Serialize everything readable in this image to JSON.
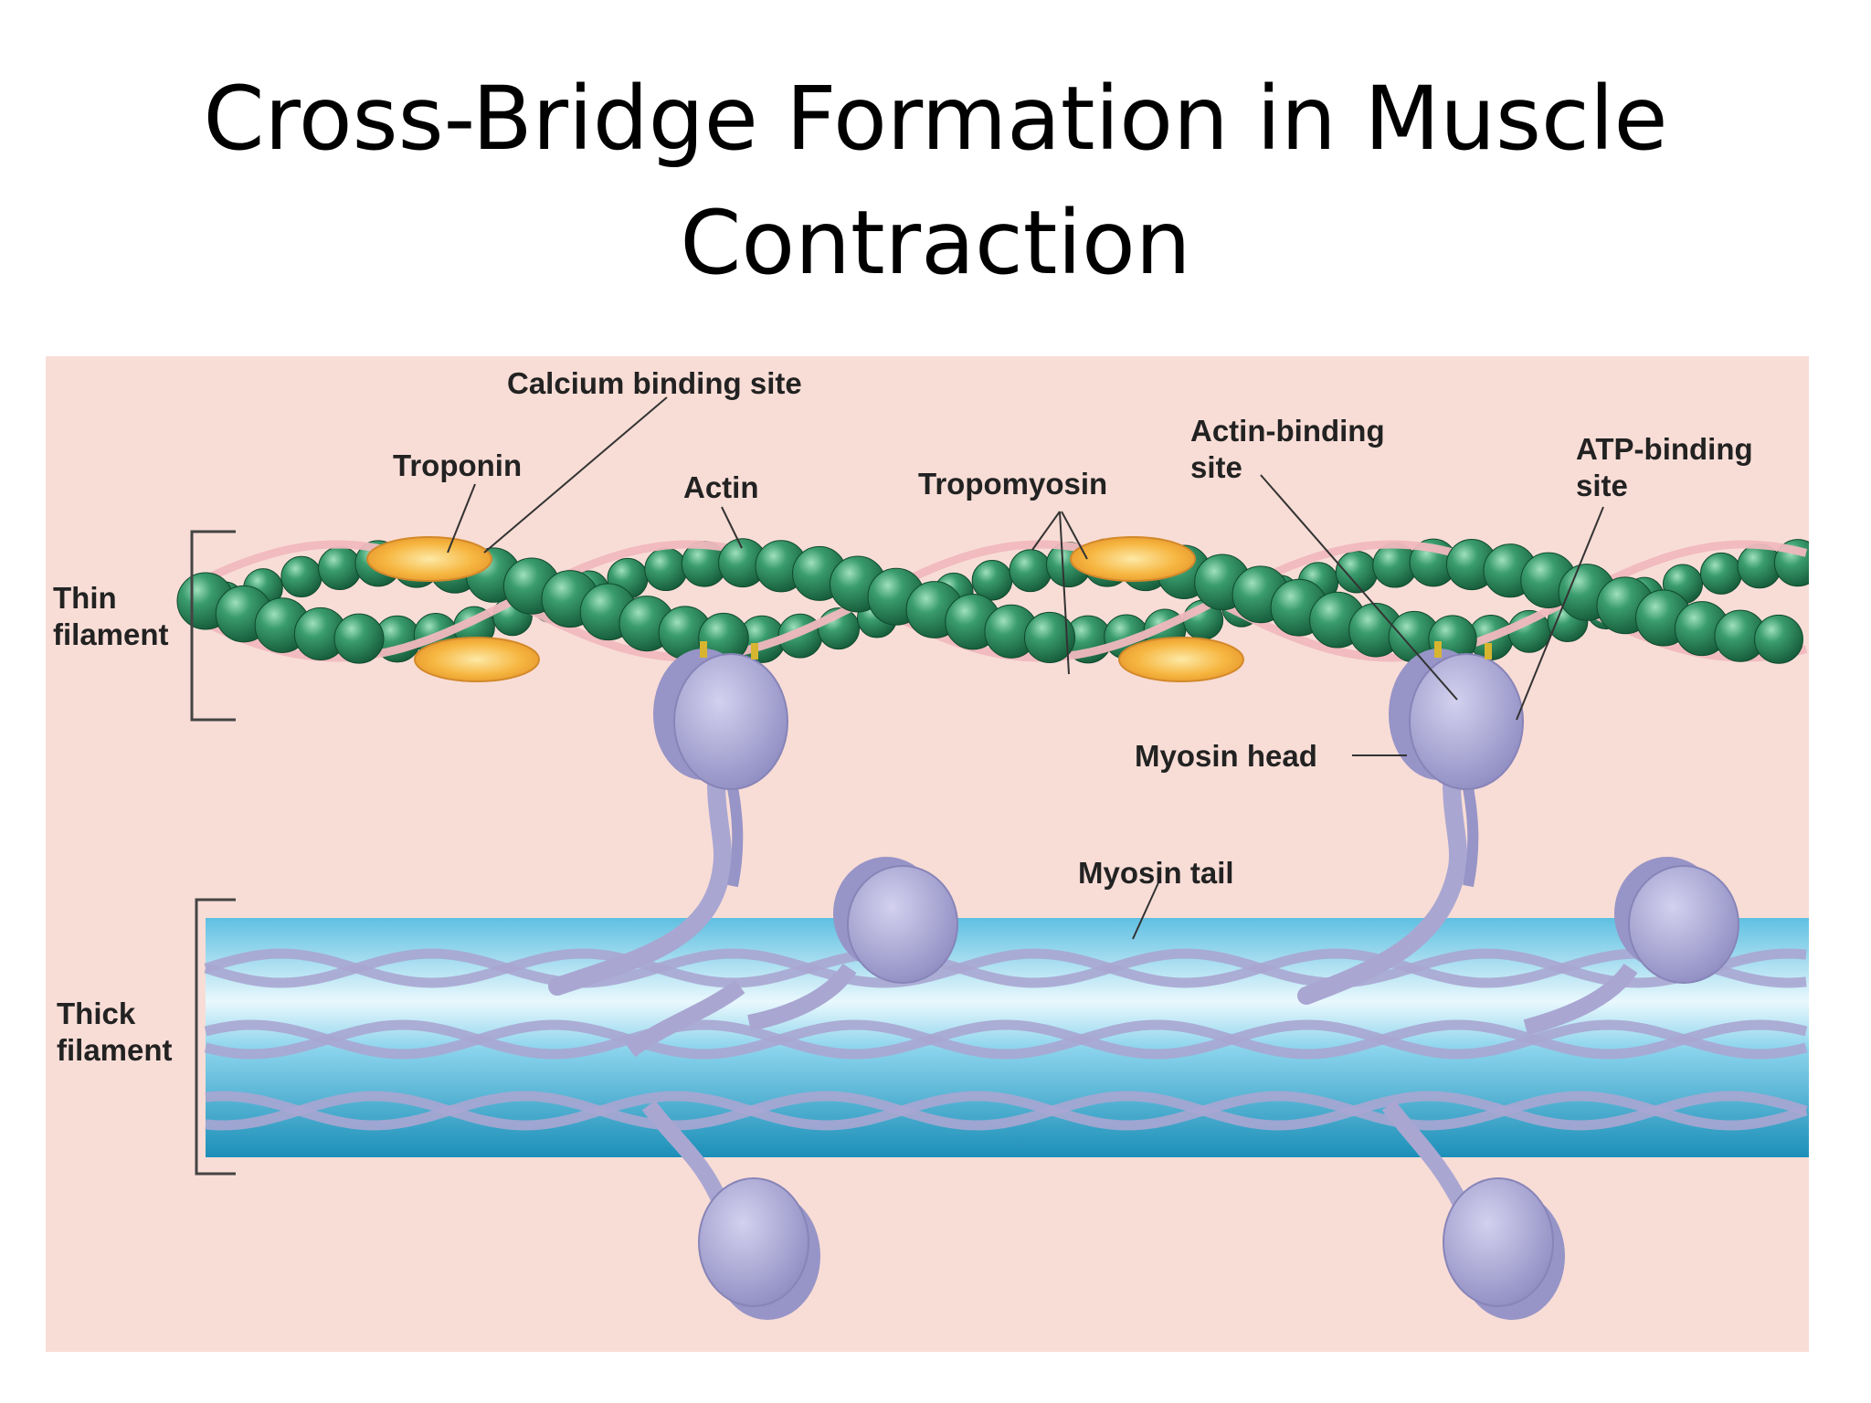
{
  "slide": {
    "title_line1": "Cross-Bridge Formation in Muscle",
    "title_line2": "Contraction"
  },
  "diagram": {
    "labels": {
      "calcium_binding_site": "Calcium binding site",
      "troponin": "Troponin",
      "actin": "Actin",
      "tropomyosin": "Tropomyosin",
      "actin_binding_site_line1": "Actin-binding",
      "actin_binding_site_line2": "site",
      "atp_binding_site_line1": "ATP-binding",
      "atp_binding_site_line2": "site",
      "thin_filament_line1": "Thin",
      "thin_filament_line2": "filament",
      "thick_filament_line1": "Thick",
      "thick_filament_line2": "filament",
      "myosin_head": "Myosin head",
      "myosin_tail": "Myosin tail"
    },
    "colors": {
      "background": "#f8ddd6",
      "actin": "#2e8a5e",
      "troponin": "#f2a830",
      "tropomyosin": "#f0b8be",
      "myosin": "#a9a6d2",
      "thick_filament": "#3ab0d6"
    }
  }
}
